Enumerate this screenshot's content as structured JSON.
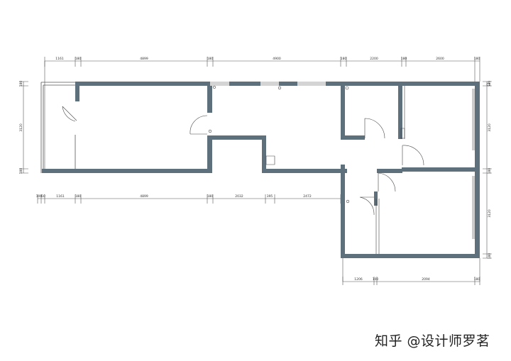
{
  "dimensions": {
    "top": [
      "1161",
      "180",
      "4899",
      "180",
      "4900",
      "180",
      "2200",
      "180",
      "2600",
      "180"
    ],
    "middle": [
      "100",
      "50",
      "1161",
      "180",
      "4899",
      "180",
      "2032",
      "395",
      "2472"
    ],
    "bottom": [
      "1206",
      "100",
      "2094",
      "180"
    ],
    "left": [
      "180",
      "3120",
      "180"
    ],
    "right_upper": [
      "180",
      "3120",
      "180"
    ],
    "right_lower": [
      "3120",
      "180"
    ]
  },
  "watermark": "知乎 @设计师罗茗",
  "colors": {
    "wall": "#5f707d",
    "line": "#555555",
    "background": "#ffffff"
  }
}
